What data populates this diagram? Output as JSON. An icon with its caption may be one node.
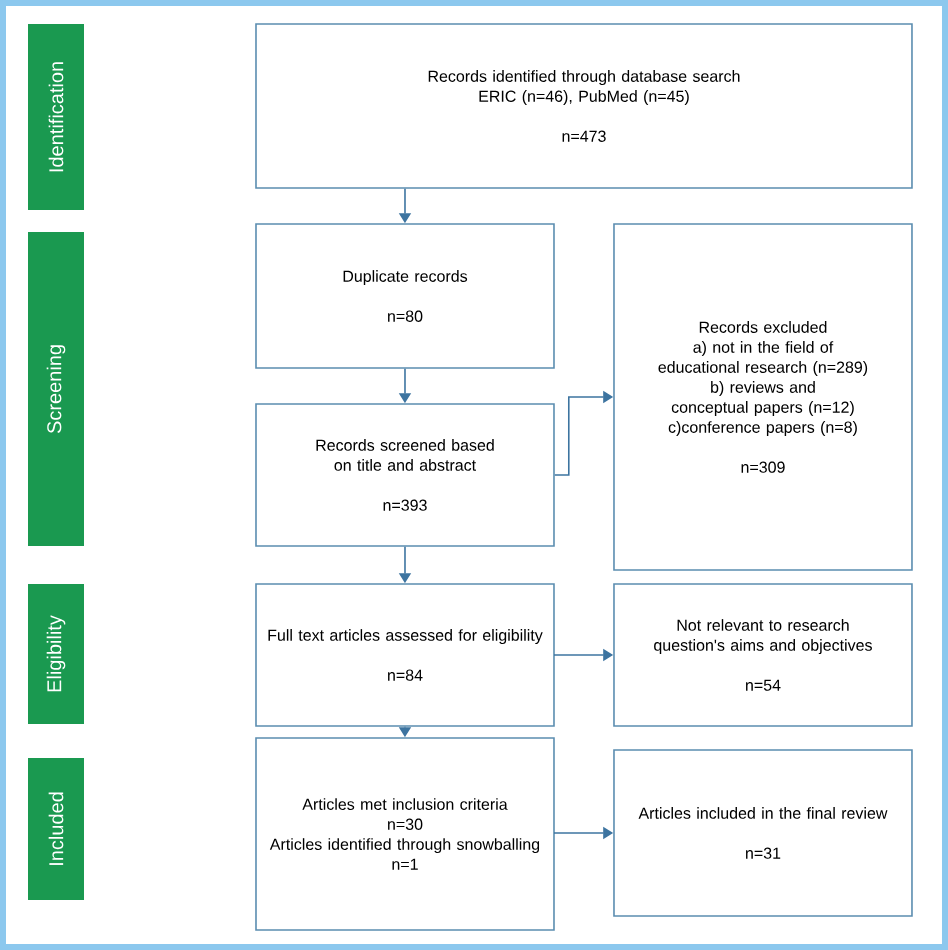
{
  "diagram": {
    "nodes": [
      {
        "text": [
          "Identification"
        ]
      },
      {
        "text": [
          "Screening"
        ]
      },
      {
        "text": [
          "Eligibility"
        ]
      },
      {
        "text": [
          "Included"
        ]
      },
      {
        "text": [
          "Records identified through database search",
          "ERIC (n=46), PubMed (n=45)",
          "n=473"
        ]
      },
      {
        "text": [
          "Duplicate records",
          "n=80"
        ]
      },
      {
        "text": [
          "Records screened based on title and abstract",
          "n=393"
        ]
      },
      {
        "text": [
          "Records excluded",
          "a) not in the field of educational research (n=289)",
          "b) reviews and conceptual papers  (n=12)",
          "c)conference papers (n=8)",
          "n=309"
        ]
      },
      {
        "text": [
          "Full text articles assessed for eligibility",
          "n=84"
        ]
      },
      {
        "text": [
          "Not relevant to research question's aims and objectives",
          "n=54"
        ]
      },
      {
        "text": [
          "Articles met inclusion criteria",
          "n=30",
          "Articles identified through snowballing",
          "n=1"
        ]
      },
      {
        "text": [
          "Articles included in the final review",
          "n=31"
        ]
      }
    ],
    "edges": [
      {
        "from": 4,
        "to": 5,
        "arrow": "to"
      },
      {
        "from": 5,
        "to": 6,
        "arrow": "to"
      },
      {
        "from": 6,
        "to": 7,
        "arrow": "to"
      },
      {
        "from": 6,
        "to": 8,
        "arrow": "to"
      },
      {
        "from": 8,
        "to": 9,
        "arrow": "to"
      },
      {
        "from": 8,
        "to": 10,
        "arrow": "to"
      },
      {
        "from": 10,
        "to": 11,
        "arrow": "to"
      }
    ]
  }
}
